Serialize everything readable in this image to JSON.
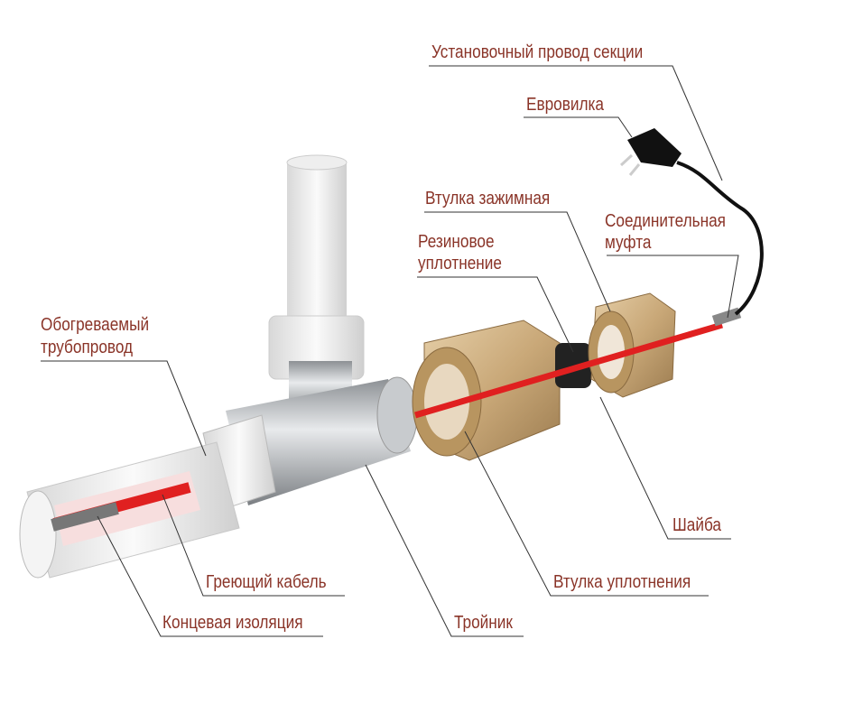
{
  "labels": {
    "install_wire": "Установочный провод секции",
    "euro_plug": "Евровилка",
    "clamp_sleeve": "Втулка зажимная",
    "coupling_line1": "Соединительная",
    "coupling_line2": "муфта",
    "rubber_seal_line1": "Резиновое",
    "rubber_seal_line2": "уплотнение",
    "heated_pipe_line1": "Обогреваемый",
    "heated_pipe_line2": "трубопровод",
    "washer": "Шайба",
    "seal_sleeve": "Втулка уплотнения",
    "heating_cable": "Греющий кабель",
    "end_insulation": "Концевая изоляция",
    "tee": "Тройник"
  },
  "colors": {
    "label_text": "#8a3428",
    "leader_line": "#333333",
    "cable": "#e02020",
    "brass": "#c9a878",
    "steel": "#b8bcc0"
  }
}
